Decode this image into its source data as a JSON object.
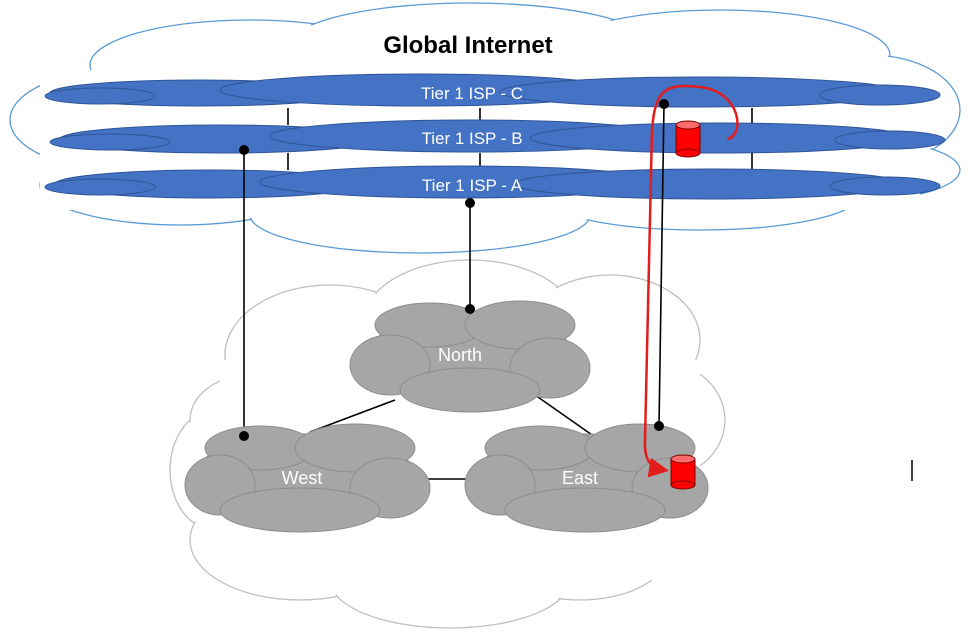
{
  "title": "Global Internet",
  "isps": [
    {
      "label": "Tier 1 ISP - C"
    },
    {
      "label": "Tier 1 ISP - B"
    },
    {
      "label": "Tier 1 ISP - A"
    }
  ],
  "regions": [
    {
      "label": "North"
    },
    {
      "label": "West"
    },
    {
      "label": "East"
    }
  ],
  "colors": {
    "isp_fill": "#4472C4",
    "isp_stroke": "#2F5597",
    "cloud_outline_top": "#5B9BD5",
    "cloud_outline_bottom": "#BFBFBF",
    "region_fill": "#A6A6A6",
    "region_stroke": "#8C8C8C",
    "route_color": "#E31C1C",
    "database_color": "#FF0000"
  }
}
